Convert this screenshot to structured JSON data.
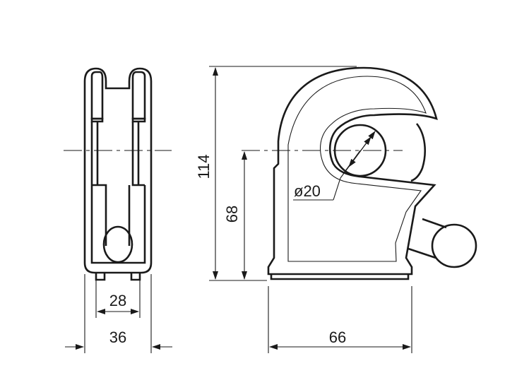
{
  "dimensions": {
    "inner_width": "28",
    "outer_width": "36",
    "total_height": "114",
    "axis_height": "68",
    "hole_diameter": "ø20",
    "base_length": "66"
  },
  "colors": {
    "ink": "#1a1a1a",
    "background": "#ffffff"
  }
}
